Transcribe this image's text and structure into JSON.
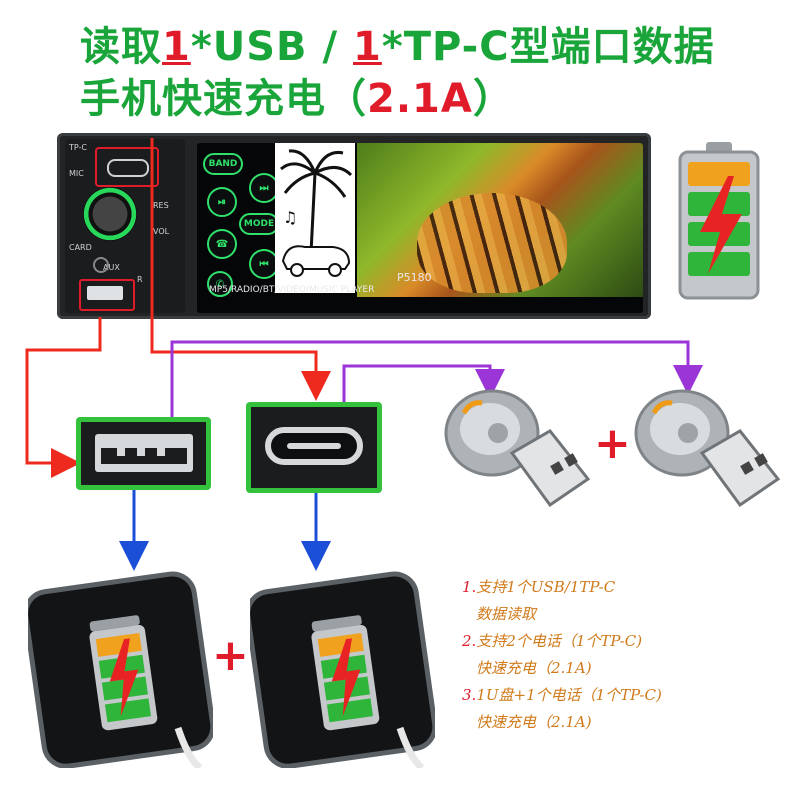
{
  "title": {
    "line1_prefix": "读取",
    "line1_num1": "1",
    "line1_mid": "*USB / ",
    "line1_num2": "1",
    "line1_suffix": "*TP-C型端口数据",
    "line2_text": "手机快速充电（",
    "line2_amp": "2.1A",
    "line2_close": "）"
  },
  "head_unit": {
    "left_labels": [
      "TP-C",
      "MIC",
      "RES",
      "VOL",
      "CARD",
      "AUX",
      "R"
    ],
    "menu_buttons": [
      "BAND",
      "MODE"
    ],
    "model_number": "P5180",
    "model_caption": "MP5/RADIO/BT/VIDEO/MUSIC PLAYER"
  },
  "notes": [
    {
      "num": "1.",
      "text": "支持1个USB/1TP-C"
    },
    {
      "num": "",
      "text": "数据读取"
    },
    {
      "num": "2.",
      "text": "支持2个电话（1个TP-C)"
    },
    {
      "num": "",
      "text": "快速充电（2.1A)"
    },
    {
      "num": "3.",
      "text": "1U盘+1个电话（1个TP-C)"
    },
    {
      "num": "",
      "text": "快速充电（2.1A)"
    }
  ],
  "colors": {
    "title_green": "#1aa53a",
    "accent_red": "#e01b2a",
    "wire_red": "#ee2a1e",
    "wire_purple": "#9b35d8",
    "arrow_blue": "#1b4fd8",
    "highlight_green": "#34c23d",
    "note_orange": "#d07a1a"
  },
  "icons": {
    "battery": "battery-charging-icon",
    "usb_drive": "usb-flash-drive-icon",
    "phone": "smartphone-icon"
  }
}
